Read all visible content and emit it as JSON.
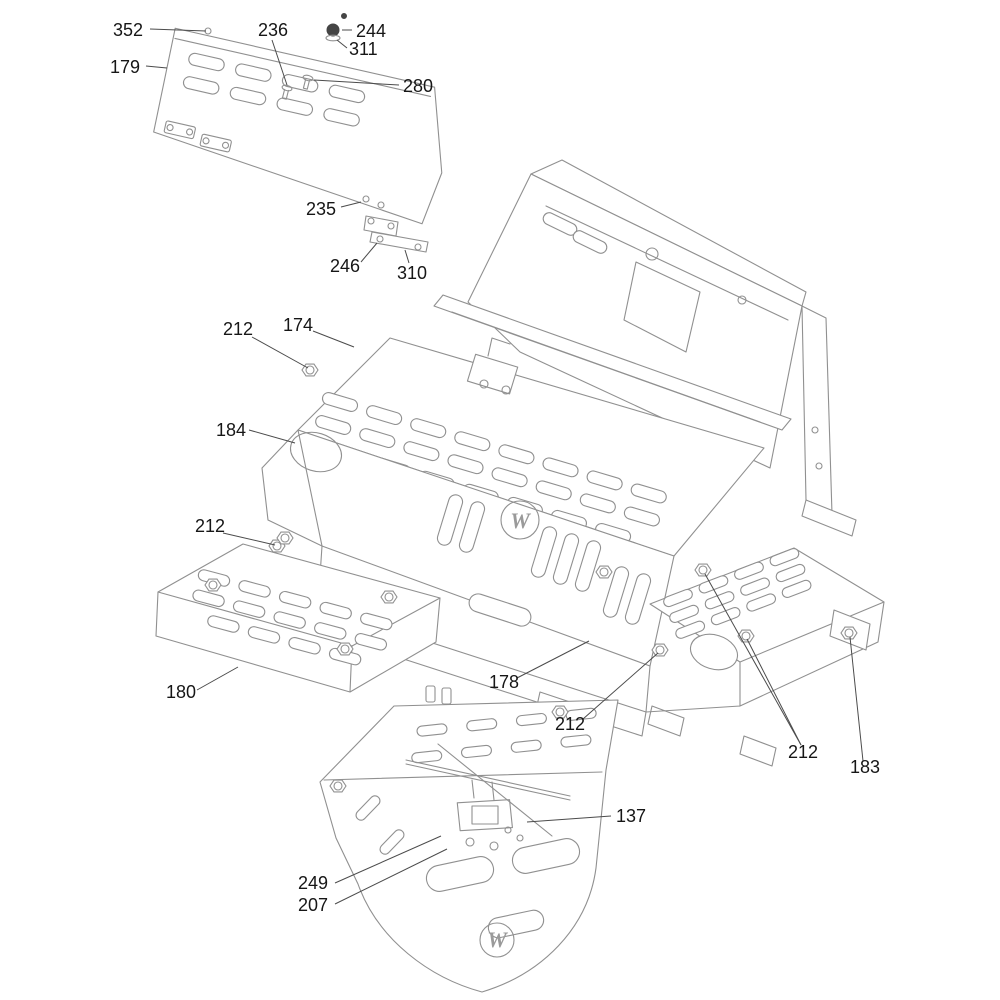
{
  "diagram": {
    "type": "exploded-parts-diagram",
    "background": "#ffffff",
    "line_color": "#909090",
    "label_color": "#161616",
    "logo_letter": "W",
    "callouts": [
      {
        "label": "352"
      },
      {
        "label": "236"
      },
      {
        "label": "244"
      },
      {
        "label": "311"
      },
      {
        "label": "179"
      },
      {
        "label": "280"
      },
      {
        "label": "235"
      },
      {
        "label": "246"
      },
      {
        "label": "310"
      },
      {
        "label": "212"
      },
      {
        "label": "174"
      },
      {
        "label": "184"
      },
      {
        "label": "212"
      },
      {
        "label": "180"
      },
      {
        "label": "178"
      },
      {
        "label": "212"
      },
      {
        "label": "212"
      },
      {
        "label": "183"
      },
      {
        "label": "137"
      },
      {
        "label": "249"
      },
      {
        "label": "207"
      }
    ]
  }
}
